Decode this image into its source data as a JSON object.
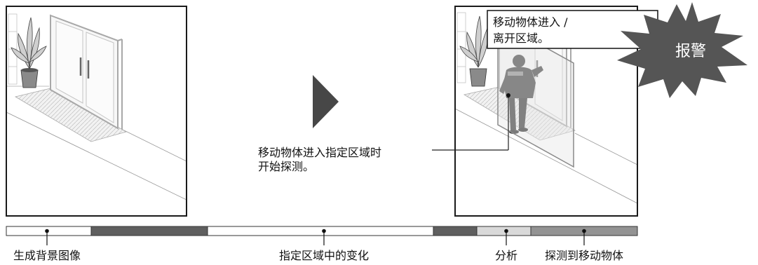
{
  "scene": {
    "detection_note_line1": "移动物体进入指定区域时",
    "detection_note_line2": "开始探测。",
    "callout_line1": "移动物体进入 /",
    "callout_line2": "离开区域。",
    "alarm_label": "报警"
  },
  "timeline": {
    "segments": [
      {
        "shade": "white",
        "label": "生成背景图像"
      },
      {
        "shade": "dark",
        "label": ""
      },
      {
        "shade": "white",
        "label": "指定区域中的变化"
      },
      {
        "shade": "dark",
        "label": ""
      },
      {
        "shade": "light",
        "label": "分析"
      },
      {
        "shade": "medium",
        "label": "探测到移动物体"
      }
    ]
  },
  "colors": {
    "frame": "#1a1a1a",
    "arrow": "#474747",
    "alarm_burst": "#555555",
    "seg_white": "#ffffff",
    "seg_dark": "#5f5f5f",
    "seg_light": "#d9d9d9",
    "seg_medium": "#939393"
  }
}
